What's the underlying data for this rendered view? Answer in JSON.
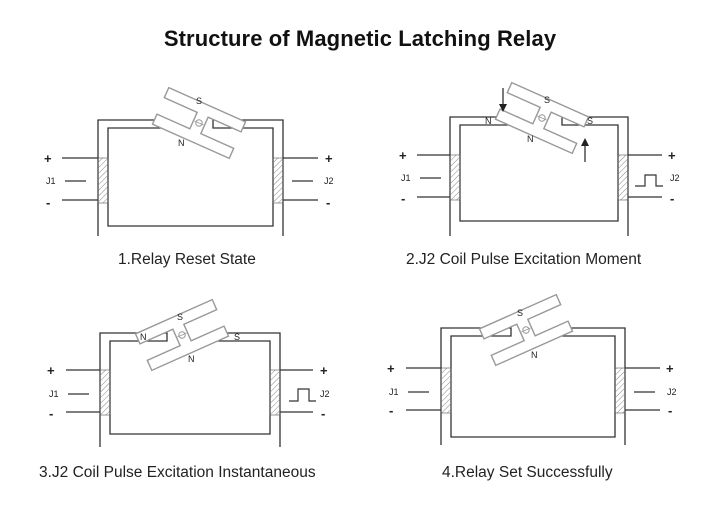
{
  "title": "Structure of Magnetic Latching Relay",
  "panels": [
    {
      "caption": "1.Relay Reset State",
      "coil_left": "J1",
      "coil_right": "J2",
      "plus": "+",
      "minus": "-",
      "pole_n": "N",
      "pole_s": "S",
      "frame_pole_left": "",
      "frame_pole_right": ""
    },
    {
      "caption": "2.J2 Coil Pulse Excitation Moment",
      "coil_left": "J1",
      "coil_right": "J2",
      "plus": "+",
      "minus": "-",
      "pole_n": "N",
      "pole_s": "S",
      "frame_pole_left": "N",
      "frame_pole_right": "S"
    },
    {
      "caption": "3.J2 Coil Pulse Excitation Instantaneous",
      "coil_left": "J1",
      "coil_right": "J2",
      "plus": "+",
      "minus": "-",
      "pole_n": "N",
      "pole_s": "S",
      "frame_pole_left": "N",
      "frame_pole_right": "S"
    },
    {
      "caption": "4.Relay Set Successfully",
      "coil_left": "J1",
      "coil_right": "J2",
      "plus": "+",
      "minus": "-",
      "pole_n": "N",
      "pole_s": "S",
      "frame_pole_left": "",
      "frame_pole_right": ""
    }
  ],
  "colors": {
    "line": "#333333",
    "armature": "#999999",
    "hatch": "#888888"
  }
}
